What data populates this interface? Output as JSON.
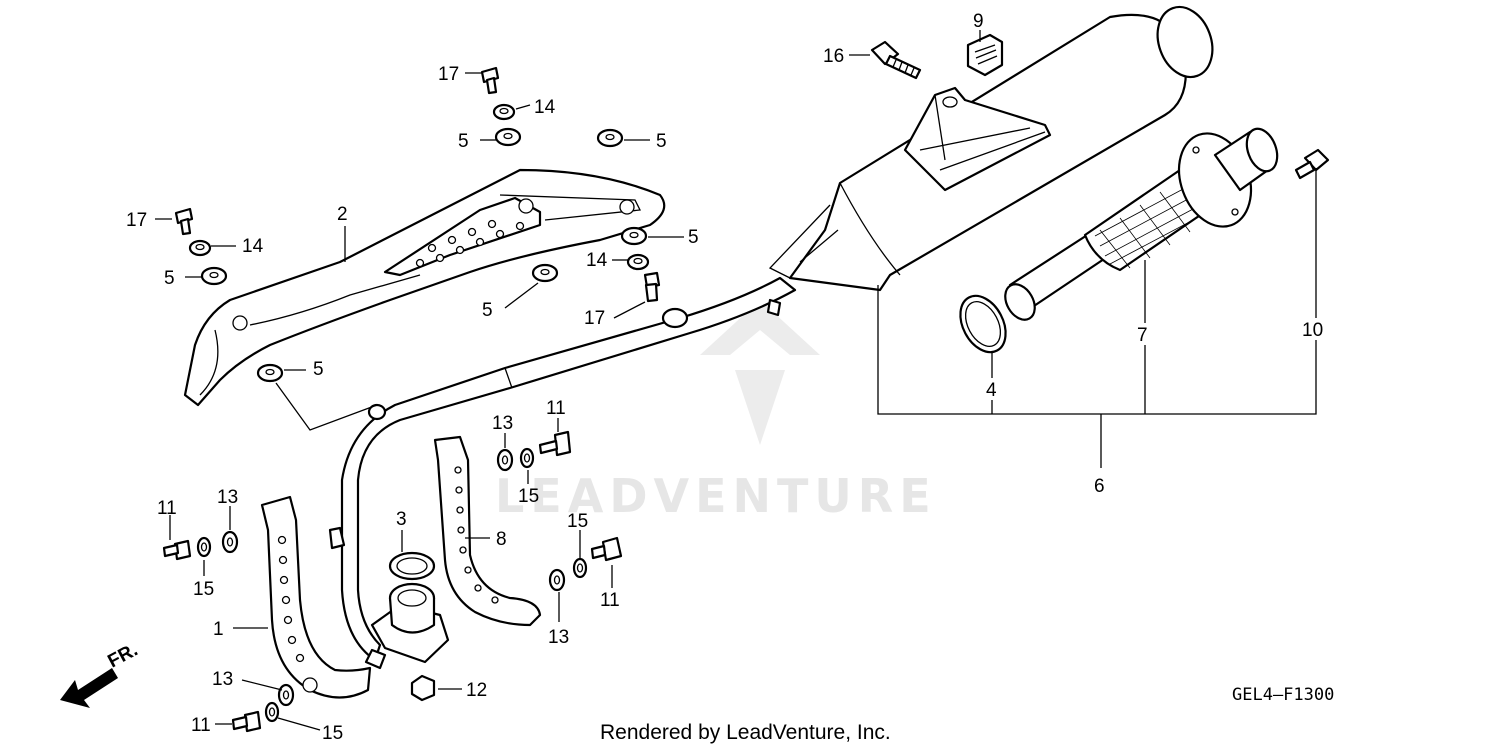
{
  "diagram": {
    "code": "GEL4—F1300",
    "footer": "Rendered by LeadVenture, Inc.",
    "watermark": "LEADVENTURE",
    "direction_label": "FR.",
    "callouts": [
      {
        "id": "c17a",
        "text": "17"
      },
      {
        "id": "c14a",
        "text": "14"
      },
      {
        "id": "c5a",
        "text": "5"
      },
      {
        "id": "c5b",
        "text": "5"
      },
      {
        "id": "c17b",
        "text": "17"
      },
      {
        "id": "c14b",
        "text": "14"
      },
      {
        "id": "c5c",
        "text": "5"
      },
      {
        "id": "c2",
        "text": "2"
      },
      {
        "id": "c5d",
        "text": "5"
      },
      {
        "id": "c14c",
        "text": "14"
      },
      {
        "id": "c5e",
        "text": "5"
      },
      {
        "id": "c17c",
        "text": "17"
      },
      {
        "id": "c5f",
        "text": "5"
      },
      {
        "id": "c16",
        "text": "16"
      },
      {
        "id": "c9",
        "text": "9"
      },
      {
        "id": "c7",
        "text": "7"
      },
      {
        "id": "c10",
        "text": "10"
      },
      {
        "id": "c4",
        "text": "4"
      },
      {
        "id": "c6",
        "text": "6"
      },
      {
        "id": "c13a",
        "text": "13"
      },
      {
        "id": "c11a",
        "text": "11"
      },
      {
        "id": "c15a",
        "text": "15"
      },
      {
        "id": "c3",
        "text": "3"
      },
      {
        "id": "c8",
        "text": "8"
      },
      {
        "id": "c11b",
        "text": "11"
      },
      {
        "id": "c13b",
        "text": "13"
      },
      {
        "id": "c15b",
        "text": "15"
      },
      {
        "id": "c1",
        "text": "1"
      },
      {
        "id": "c15c",
        "text": "15"
      },
      {
        "id": "c15d",
        "text": "15"
      },
      {
        "id": "c11c",
        "text": "11"
      },
      {
        "id": "c13c",
        "text": "13"
      },
      {
        "id": "c13d",
        "text": "13"
      },
      {
        "id": "c11d",
        "text": "11"
      },
      {
        "id": "c12",
        "text": "12"
      }
    ]
  }
}
